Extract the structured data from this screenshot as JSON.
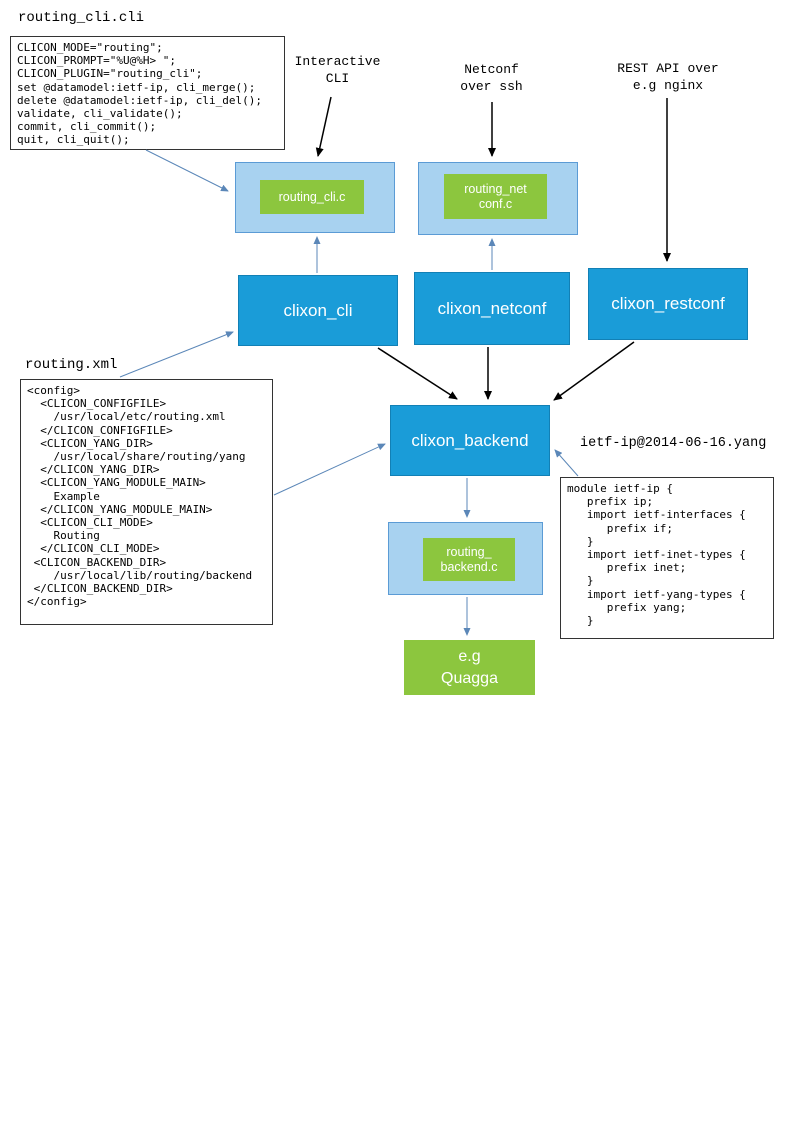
{
  "file_labels": {
    "cli_file": "routing_cli.cli",
    "xml_file": "routing.xml",
    "yang_file": "ietf-ip@2014-06-16.yang"
  },
  "annotations": {
    "interactive_cli": "Interactive\nCLI",
    "netconf_over_ssh": "Netconf\nover ssh",
    "rest_api": "REST API over\ne.g nginx"
  },
  "code_blocks": {
    "cli": "CLICON_MODE=\"routing\";\nCLICON_PROMPT=\"%U@%H> \";\nCLICON_PLUGIN=\"routing_cli\";\nset @datamodel:ietf-ip, cli_merge();\ndelete @datamodel:ietf-ip, cli_del();\nvalidate, cli_validate();\ncommit, cli_commit();\nquit, cli_quit();",
    "xml": "<config>\n  <CLICON_CONFIGFILE>\n    /usr/local/etc/routing.xml\n  </CLICON_CONFIGFILE>\n  <CLICON_YANG_DIR>\n    /usr/local/share/routing/yang\n  </CLICON_YANG_DIR>\n  <CLICON_YANG_MODULE_MAIN>\n    Example\n  </CLICON_YANG_MODULE_MAIN>\n  <CLICON_CLI_MODE>\n    Routing\n  </CLICON_CLI_MODE>\n <CLICON_BACKEND_DIR>\n    /usr/local/lib/routing/backend\n </CLICON_BACKEND_DIR>\n</config>",
    "yang": "module ietf-ip {\n   prefix ip;\n   import ietf-interfaces {\n      prefix if;\n   }\n   import ietf-inet-types {\n      prefix inet;\n   }\n   import ietf-yang-types {\n      prefix yang;\n   }"
  },
  "nodes": {
    "clixon_cli": "clixon_cli",
    "clixon_netconf": "clixon_netconf",
    "clixon_restconf": "clixon_restconf",
    "clixon_backend": "clixon_backend",
    "routing_cli_plugin": "routing_cli.c",
    "routing_netconf_plugin": "routing_net\nconf.c",
    "routing_backend_plugin": "routing_\nbackend.c",
    "quagga": "e.g\nQuagga"
  },
  "colors": {
    "node_blue": "#1a9cd8",
    "container_light_blue": "#a8d2f0",
    "plugin_green": "#8cc63e",
    "arrow_blue": "#5b87b8",
    "arrow_black": "#000000"
  }
}
